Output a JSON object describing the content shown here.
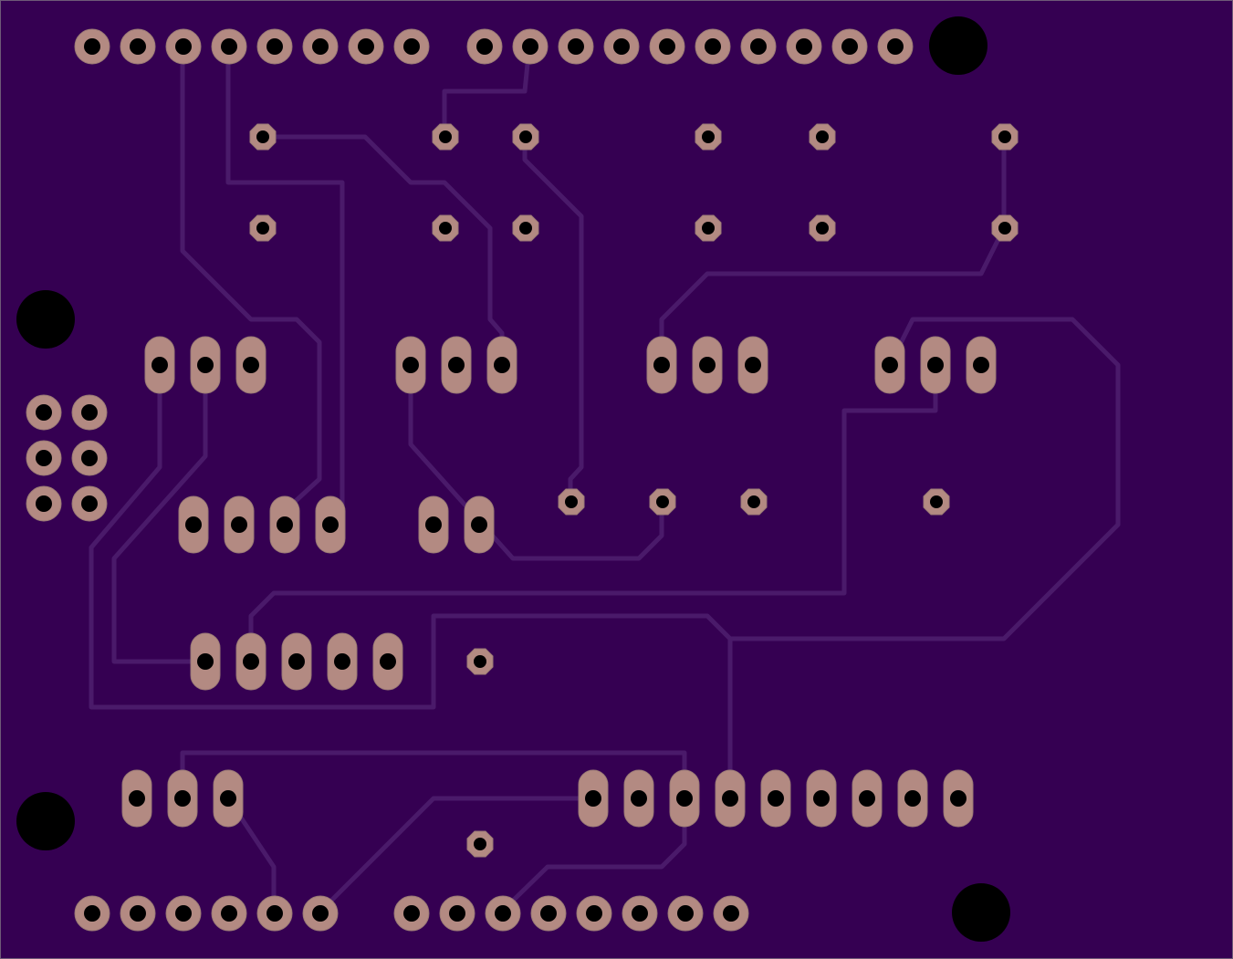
{
  "colors": {
    "board": "#350052",
    "trace": "#4a1a6a",
    "copper": "#b38a82",
    "copper_edge": "#9a7a75",
    "drill": "#000000",
    "outline": "#6e5a78"
  },
  "components": {
    "headers": [
      "arduino-top-header-left",
      "arduino-top-header-right",
      "arduino-bottom-header-left",
      "arduino-bottom-header-right",
      "icsp-header"
    ],
    "mounting_holes": 4,
    "trace_count": 14
  }
}
